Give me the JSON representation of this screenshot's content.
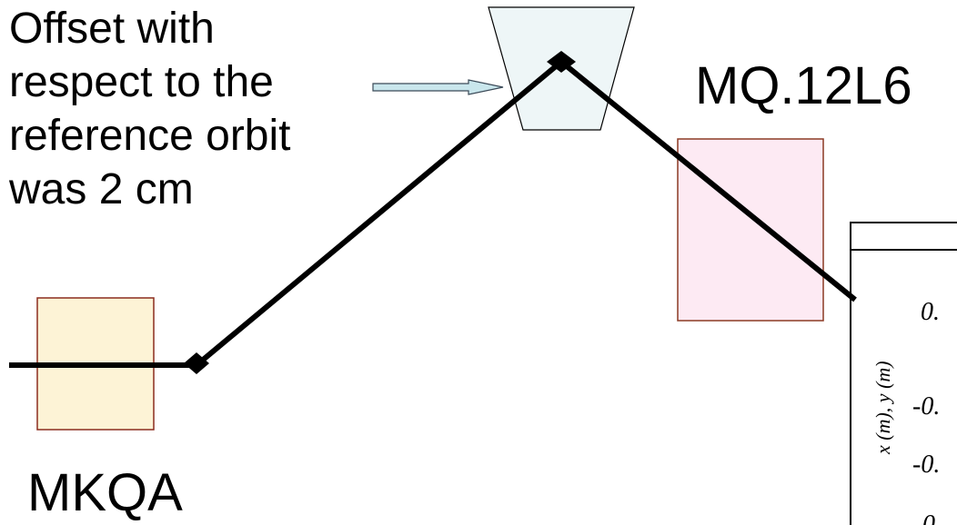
{
  "annotation": {
    "lines": [
      "Offset with",
      "respect to the",
      "reference orbit",
      "was 2 cm"
    ]
  },
  "magnets": {
    "mq_label": "MQ.12L6",
    "mkqa_label": "MKQA"
  },
  "inset_plot": {
    "ylabel": "x (m), y (m)",
    "tick_labels": [
      "0.",
      "-0.",
      "-0.",
      "0."
    ]
  },
  "colors": {
    "mkqa_fill": "#fdf3d6",
    "mkqa_stroke": "#8b2c1e",
    "mq_fill": "#fdeaf3",
    "mq_stroke": "#8b3a24",
    "trapezoid_fill": "#eef6f7",
    "arrow_fill": "#c9e6ec",
    "orbit_line": "#000000"
  }
}
